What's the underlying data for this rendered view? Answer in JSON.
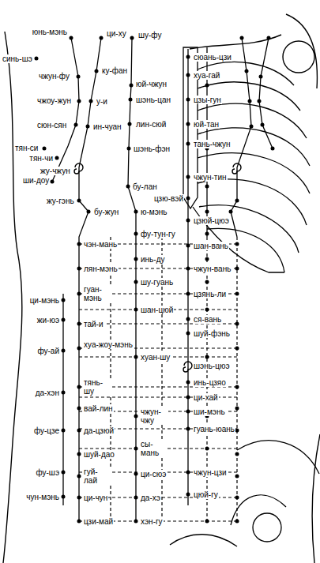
{
  "diagram": {
    "labels": [
      "юнь-мэнь",
      "ци-ху",
      "шу-фу",
      "синь-шэ",
      "сюань-цзи",
      "ку-фан",
      "чжун-фу",
      "хуа-гай",
      "юй-чжун",
      "чжоу-жун",
      "у-и",
      "шэнь-цан",
      "цзы-гун",
      "сюн-сян",
      "ин-чуан",
      "лин-сюй",
      "юй-тан",
      "тян-си",
      "шэнь-фэн",
      "тань-чжун",
      "тян-чи",
      "жу-чжун",
      "ши-доу",
      "чжун-тин",
      "бу-лан",
      "цзю-вэй",
      "жу-гэнь",
      "бу-жун",
      "ю-мэнь",
      "цзюй-цюэ",
      "фу-тун-гу",
      "чэн-мань",
      "шан-вань",
      "инь-ду",
      "лян-мэнь",
      "чжун-вань",
      "шу-гуань",
      "гуан-мэнь",
      "цзянь-ли",
      "ци-мэнь",
      "шан-цюй",
      "ся-вань",
      "жи-юэ",
      "тай-и",
      "шуй-фэнь",
      "хуа-жоу-мэнь",
      "фу-ай",
      "хуан-шу",
      "шэнь-цюэ",
      "тянь-шу",
      "инь-цзяо",
      "да-хэн",
      "ци-хай",
      "вай-лин",
      "ши-мэнь",
      "чжун-чжу",
      "гуань-юань",
      "да-цзюй",
      "фу-цзе",
      "сы-мань",
      "шуй-дао",
      "чжун-цзи",
      "фу-шэ",
      "ци-сюэ",
      "гуй-лай",
      "цюй-гу",
      "чун-мэнь",
      "ци-чун",
      "да-хэ",
      "цзи-май",
      "хэн-гу"
    ]
  }
}
